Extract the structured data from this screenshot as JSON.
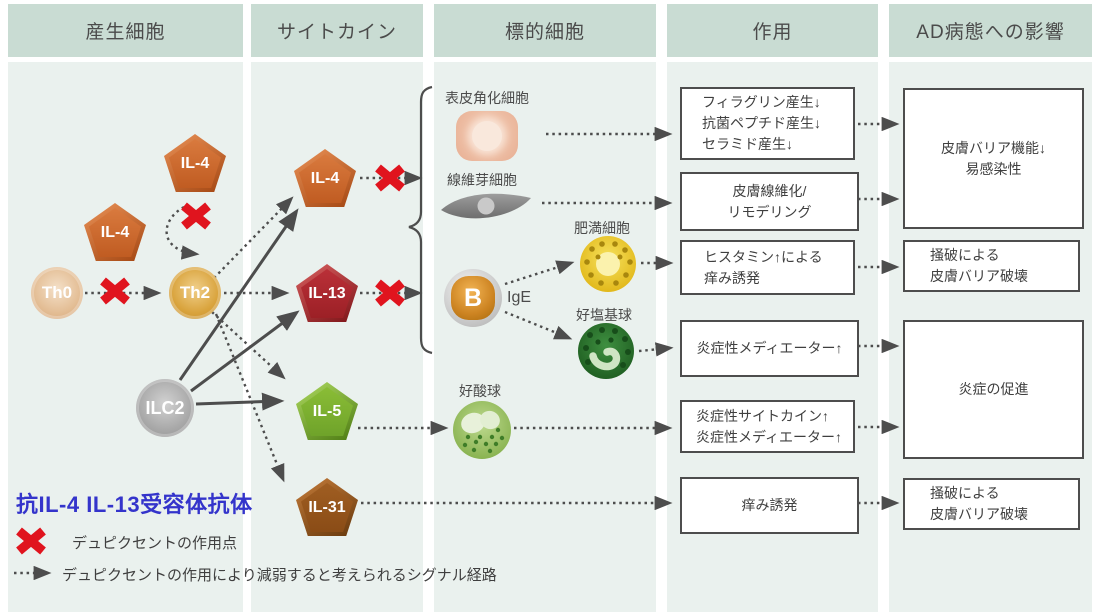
{
  "header": {
    "columns": [
      {
        "label": "産生細胞"
      },
      {
        "label": "サイトカイン"
      },
      {
        "label": "標的細胞"
      },
      {
        "label": "作用"
      },
      {
        "label": "AD病態への影響"
      }
    ]
  },
  "producing_cells": {
    "th0": "Th0",
    "th2": "Th2",
    "ilc2": "ILC2",
    "il4_upper": "IL-4",
    "il4_left": "IL-4"
  },
  "cytokines": {
    "il4": "IL-4",
    "il13": "IL-13",
    "il5": "IL-5",
    "il31": "IL-31"
  },
  "target_cells": {
    "keratinocyte_label": "表皮角化細胞",
    "fibroblast_label": "線維芽細胞",
    "mast_label": "肥満細胞",
    "b_label": "B",
    "ige_label": "IgE",
    "basophil_label": "好塩基球",
    "eosinophil_label": "好酸球"
  },
  "actions": [
    {
      "lines": [
        "フィラグリン産生↓",
        "抗菌ペプチド産生↓",
        "セラミド産生↓"
      ]
    },
    {
      "lines": [
        "皮膚線維化/",
        "リモデリング"
      ]
    },
    {
      "lines": [
        "ヒスタミン↑による",
        "痒み誘発"
      ]
    },
    {
      "lines": [
        "炎症性メディエーター↑"
      ]
    },
    {
      "lines": [
        "炎症性サイトカイン↑",
        "炎症性メディエーター↑"
      ]
    },
    {
      "lines": [
        "痒み誘発"
      ]
    }
  ],
  "impacts": [
    {
      "lines": [
        "皮膚バリア機能↓",
        "易感染性"
      ]
    },
    {
      "lines": [
        "掻破による",
        "皮膚バリア破壊"
      ]
    },
    {
      "lines": [
        "炎症の促進"
      ]
    },
    {
      "lines": [
        "掻破による",
        "皮膚バリア破壊"
      ]
    }
  ],
  "legend": {
    "antibody_title": "抗IL-4 IL-13受容体抗体",
    "action_point_label": "デュピクセントの作用点",
    "signal_path_label": "デュピクセントの作用により減弱すると考えられるシグナル経路"
  },
  "colors": {
    "header_bg": "#c9dcd3",
    "column_bg": "#eaf1ee",
    "box_border": "#4d4d4d",
    "arrow_gray": "#4d4d4d",
    "cross_red": "#e0141e",
    "antibody_blue": "#3434cb",
    "il4_orange": "#cd6831",
    "il13_red": "#b02a32",
    "il5_green": "#7db32e",
    "il31_brown": "#9e5a1e",
    "th0_tan": "#e3bd94",
    "th2_gold": "#d9a33c",
    "ilc2_gray": "#a8a8a8"
  }
}
